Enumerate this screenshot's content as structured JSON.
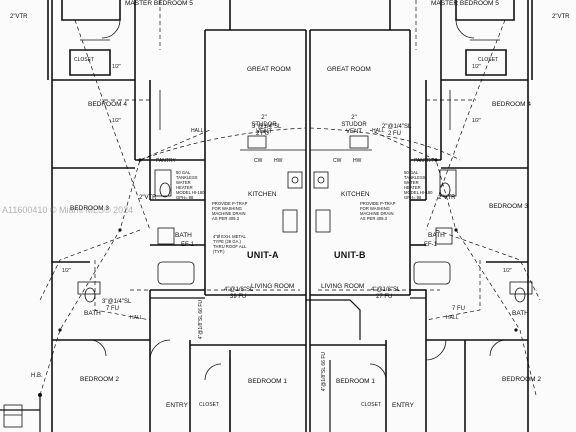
{
  "units": {
    "left": "UNIT-A",
    "right": "UNIT-B"
  },
  "rooms": {
    "master_bedroom_left": "MASTER BEDROOM 5",
    "master_bedroom_right": "MASTER BEDROOM 5",
    "great_room_left": "GREAT ROOM",
    "great_room_right": "GREAT ROOM",
    "bedroom4_left": "BEDROOM 4",
    "bedroom4_right": "BEDROOM 4",
    "bedroom3_left": "BEDROOM 3",
    "bedroom3_right": "BEDROOM 3",
    "bedroom2_left": "BEDROOM 2",
    "bedroom2_right": "BEDROOM 2",
    "bedroom1_left": "BEDROOM 1",
    "bedroom1_right": "BEDROOM 1",
    "kitchen_left": "KITCHEN",
    "kitchen_right": "KITCHEN",
    "living_left": "LIVING ROOM",
    "living_right": "LIVING ROOM",
    "bath_left": "BATH",
    "bath_right": "BATH",
    "bath_lower_left": "BATH",
    "bath_lower_right": "BATH",
    "entry_left": "ENTRY",
    "entry_right": "ENTRY",
    "closet": "CLOSET",
    "hall": "HALL",
    "pantry": "PANTRY"
  },
  "annotations": {
    "vtr": "2\"VTR",
    "studor_vent_left": "2\" STUDOR VENT",
    "studor_vent_right": "2\" STUDOR VENT",
    "pipe_a": "3\"@1/4\"SL",
    "fu_a": "2 FU",
    "pipe_b": "2\"@1/4\"SL",
    "fu_b": "2 FU",
    "pipe_c": "4\"@1/8\"SL",
    "fu_c": "39 FU",
    "pipe_d": "4\"@1/8\"SL",
    "fu_d": "27 FU",
    "pipe_e": "3\"@1/4\"SL",
    "fu_e": "7 FU",
    "fu_f": "7 FU",
    "vent_size": "1/2\"",
    "ef": "EF-1",
    "heater_note": "50 GAL TANKLESS WATER HEATER MODEL HI-180 GPH= 98",
    "washer_note": "PROVIDE P-TRAP FOR WASHING MACHINE DRAIN AS PER 409.3",
    "dryer_note": "4\"Ø EXH. METAL TYPE (28 GA.) THRU ROOF ALL (TYP.)",
    "hb": "H.B.",
    "cw": "CW",
    "hw": "HW",
    "fu_left_vertical": "4\"@1/8\"SL 66 FU",
    "fu_right_vertical": "4\"@1/8\"SL 66 FU"
  },
  "watermark": "A11600410 © Miami MLS® 2024"
}
